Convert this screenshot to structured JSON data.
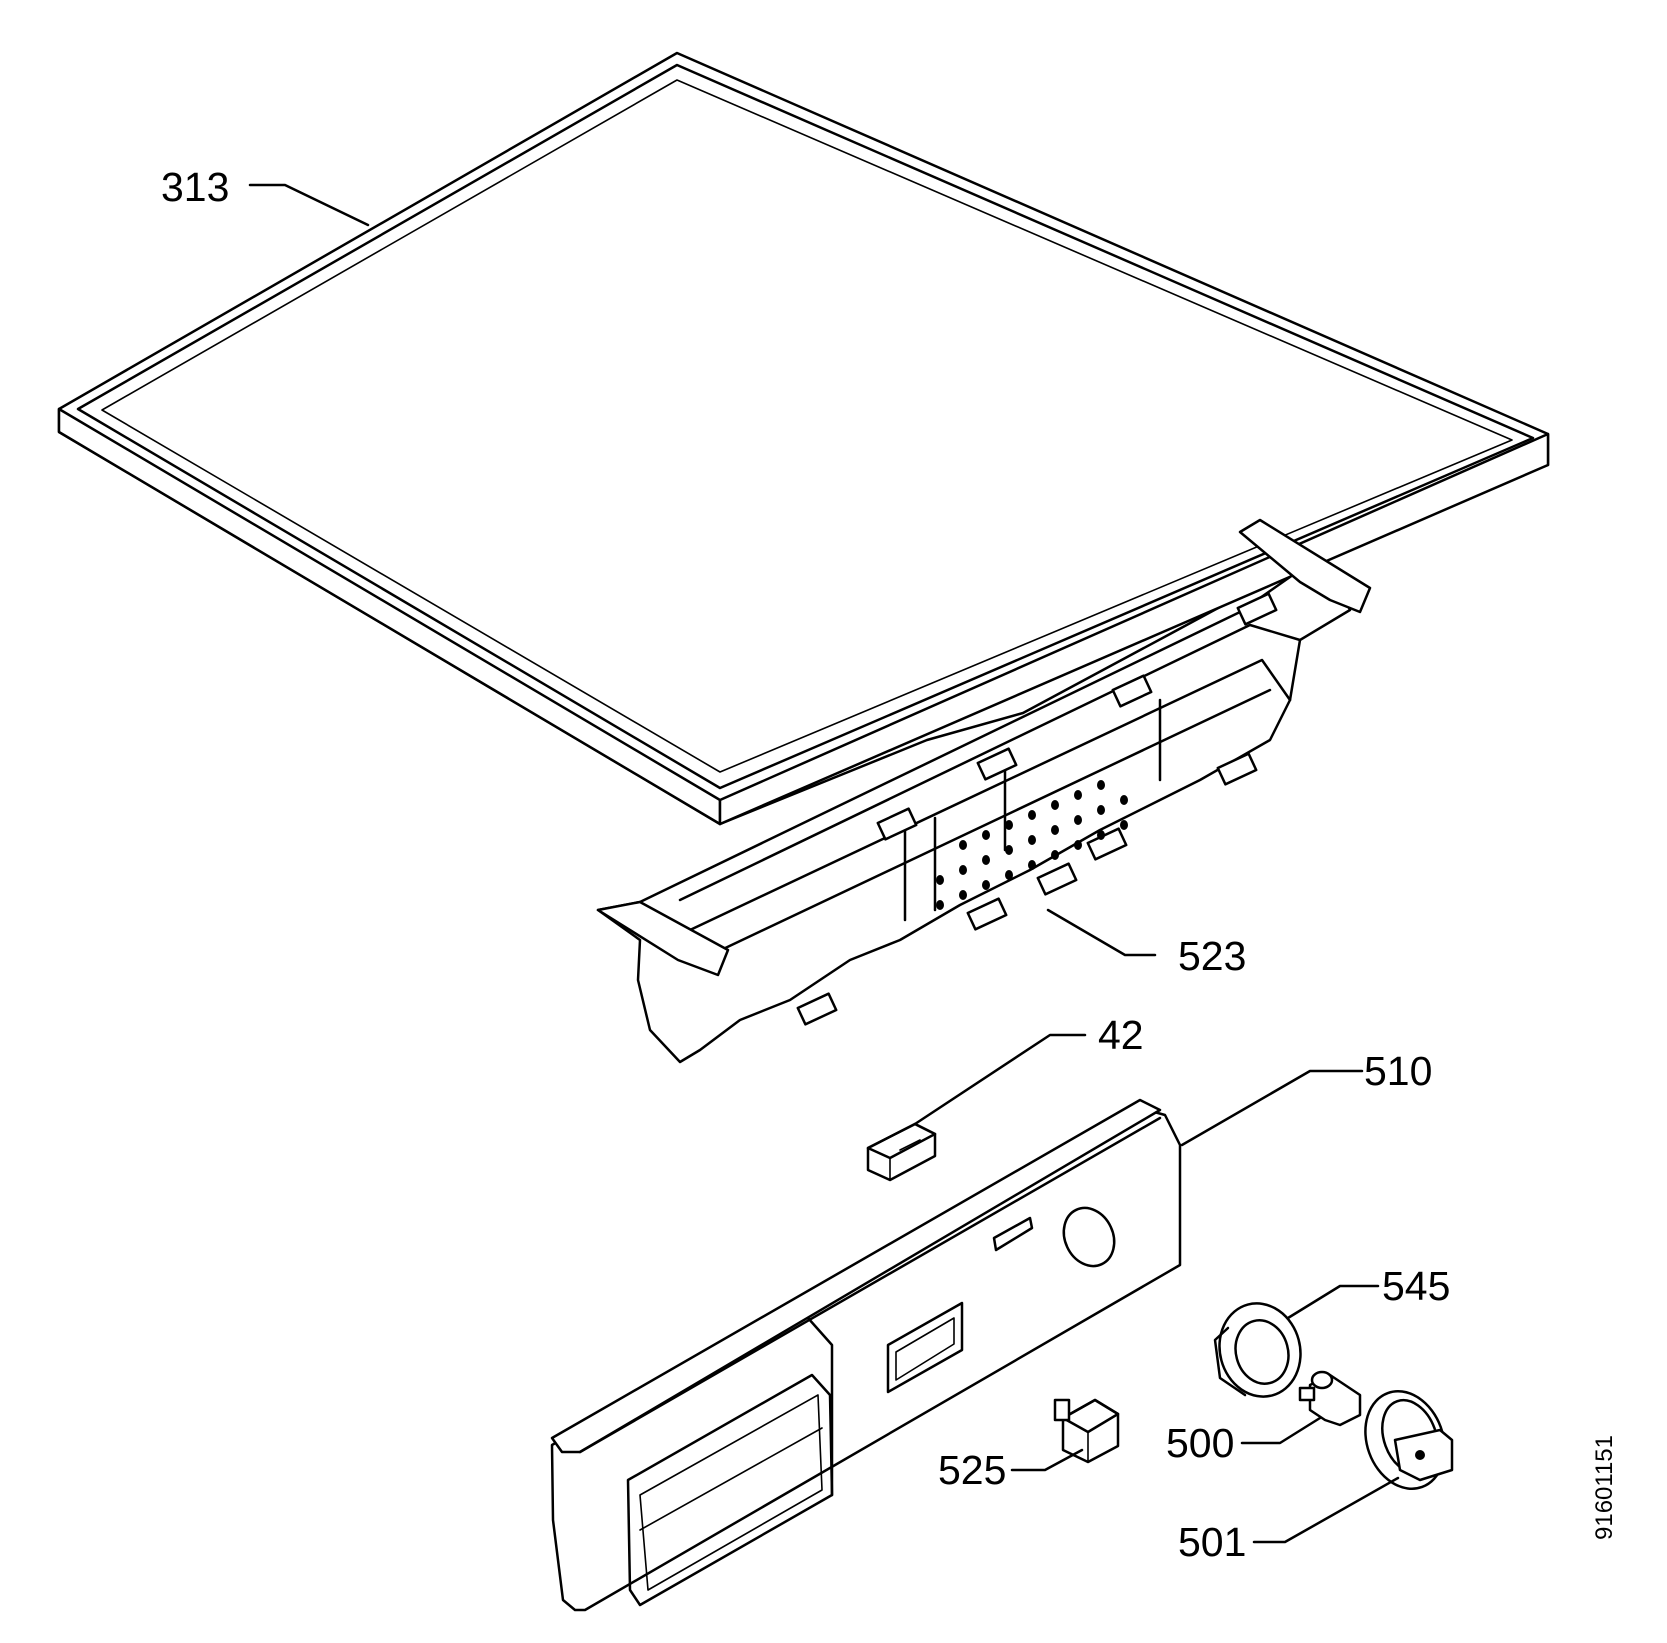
{
  "document_number": "91601151",
  "callouts": [
    {
      "id": "313",
      "label": "313"
    },
    {
      "id": "523",
      "label": "523"
    },
    {
      "id": "42",
      "label": "42"
    },
    {
      "id": "510",
      "label": "510"
    },
    {
      "id": "545",
      "label": "545"
    },
    {
      "id": "500",
      "label": "500"
    },
    {
      "id": "525",
      "label": "525"
    },
    {
      "id": "501",
      "label": "501"
    }
  ]
}
